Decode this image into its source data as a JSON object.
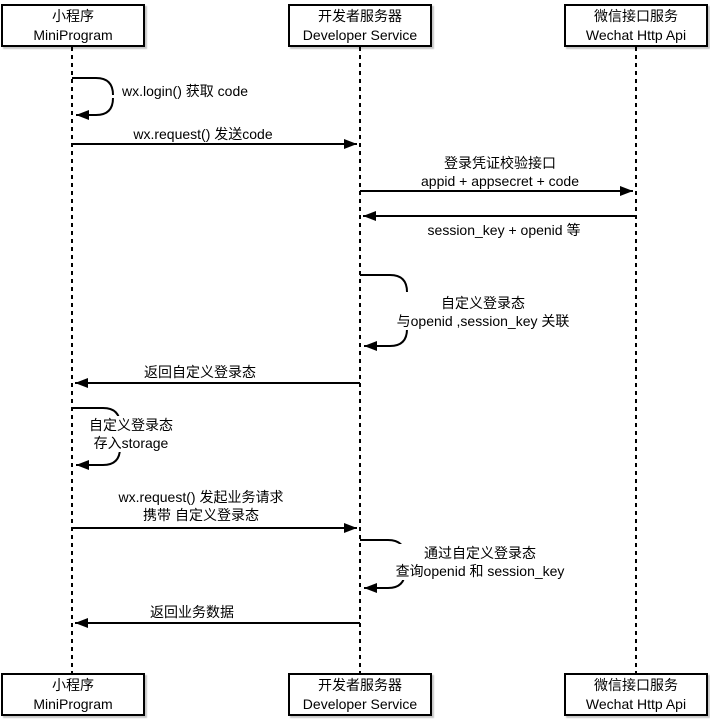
{
  "diagram": {
    "kind": "sequence-diagram",
    "colors": {
      "stroke": "#000000",
      "background": "#ffffff"
    },
    "actors": [
      {
        "zh": "小程序",
        "en": "MiniProgram"
      },
      {
        "zh": "开发者服务器",
        "en": "Developer Service"
      },
      {
        "zh": "微信接口服务",
        "en": "Wechat Http Api"
      }
    ],
    "messages": [
      {
        "from": "MiniProgram",
        "to": "MiniProgram",
        "kind": "self",
        "lines": [
          "wx.login() 获取 code"
        ]
      },
      {
        "from": "MiniProgram",
        "to": "Developer Service",
        "kind": "call",
        "lines": [
          "wx.request() 发送code"
        ]
      },
      {
        "from": "Developer Service",
        "to": "Wechat Http Api",
        "kind": "call",
        "lines": [
          "登录凭证校验接口",
          "appid + appsecret + code"
        ]
      },
      {
        "from": "Wechat Http Api",
        "to": "Developer Service",
        "kind": "return",
        "lines": [
          "session_key + openid 等"
        ]
      },
      {
        "from": "Developer Service",
        "to": "Developer Service",
        "kind": "self",
        "lines": [
          "自定义登录态",
          "与openid ,session_key 关联"
        ]
      },
      {
        "from": "Developer Service",
        "to": "MiniProgram",
        "kind": "return",
        "lines": [
          "返回自定义登录态"
        ]
      },
      {
        "from": "MiniProgram",
        "to": "MiniProgram",
        "kind": "self",
        "lines": [
          "自定义登录态",
          "存入storage"
        ]
      },
      {
        "from": "MiniProgram",
        "to": "Developer Service",
        "kind": "call",
        "lines": [
          "wx.request() 发起业务请求",
          "携带 自定义登录态"
        ]
      },
      {
        "from": "Developer Service",
        "to": "Developer Service",
        "kind": "self",
        "lines": [
          "通过自定义登录态",
          "查询openid 和 session_key"
        ]
      },
      {
        "from": "Developer Service",
        "to": "MiniProgram",
        "kind": "return",
        "lines": [
          "返回业务数据"
        ]
      }
    ]
  }
}
